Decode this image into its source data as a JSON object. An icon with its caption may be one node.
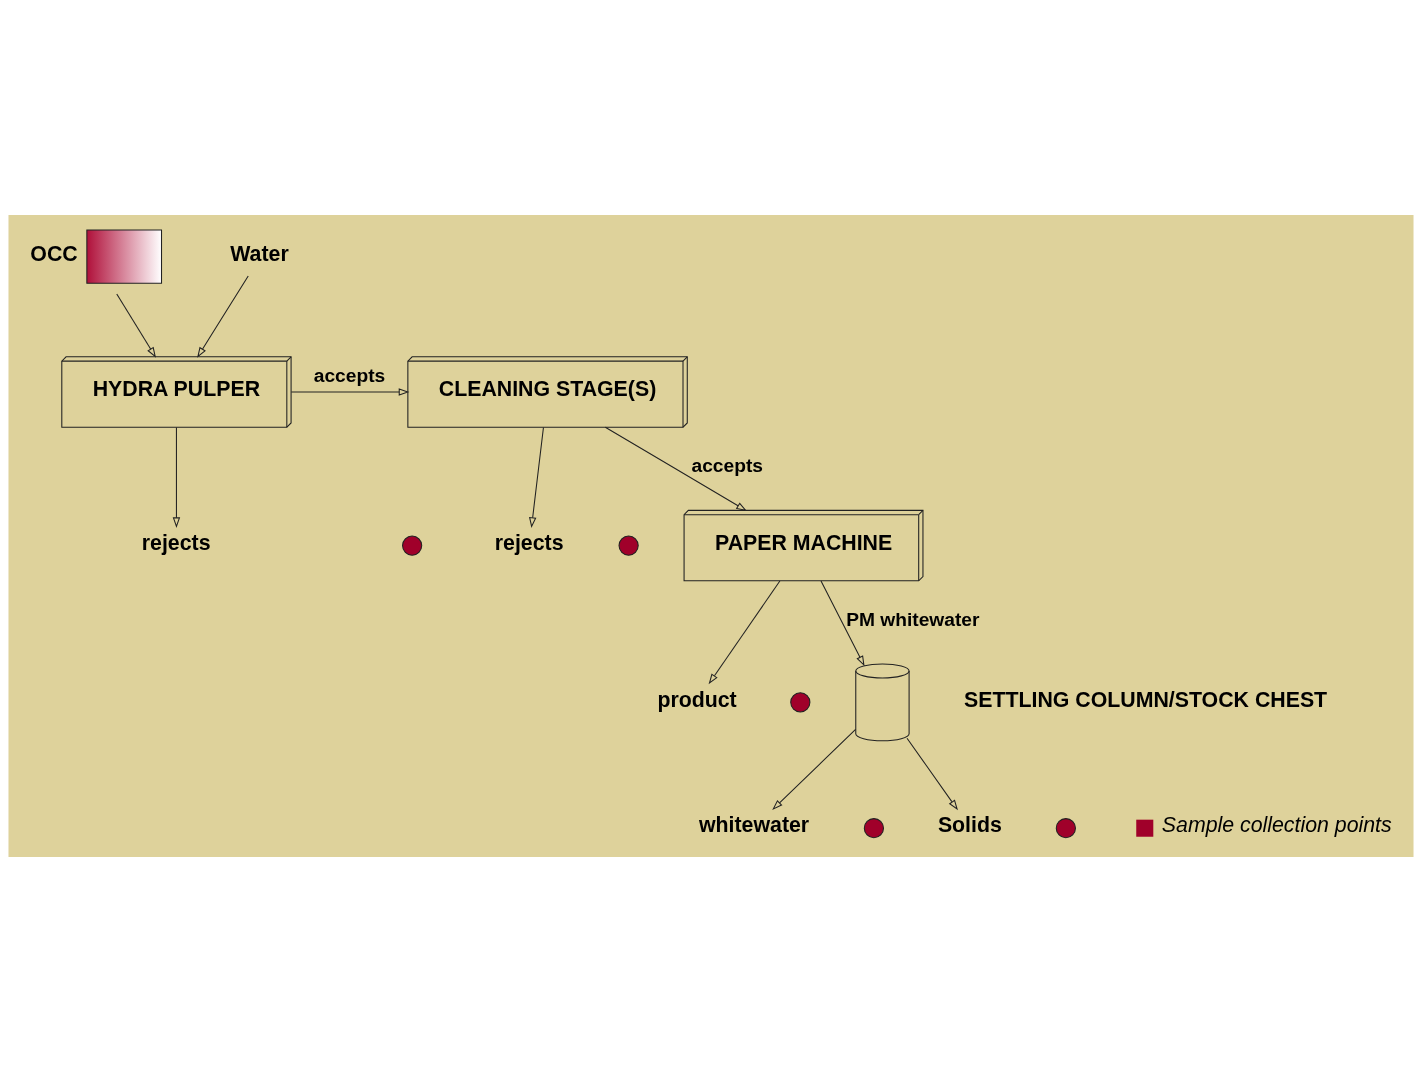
{
  "diagram": {
    "nodes": [
      {
        "text": [
          "OCC"
        ]
      },
      {
        "text": [
          "Water"
        ]
      },
      {
        "text": [
          "HYDRA PULPER"
        ]
      },
      {
        "text": [
          "CLEANING STAGE(S)"
        ]
      },
      {
        "text": [
          "rejects"
        ]
      },
      {
        "text": [
          "rejects"
        ]
      },
      {
        "text": [
          "PAPER MACHINE"
        ]
      },
      {
        "text": [
          "product"
        ]
      },
      {
        "text": [],
        "shape": "cylinder",
        "beside": [
          "SETTLING COLUMN/STOCK CHEST"
        ]
      },
      {
        "text": [
          "whitewater"
        ]
      },
      {
        "text": [
          "Solids"
        ]
      },
      {
        "text": [],
        "shape": "circle"
      },
      {
        "text": [],
        "shape": "circle"
      },
      {
        "text": [],
        "shape": "circle"
      },
      {
        "text": [],
        "shape": "circle"
      },
      {
        "text": [],
        "shape": "circle"
      }
    ],
    "edges": [
      {
        "from": 0,
        "to": 2,
        "arrow": "to"
      },
      {
        "from": 1,
        "to": 2,
        "arrow": "to"
      },
      {
        "from": 2,
        "to": 3,
        "arrow": "to",
        "label": "accepts"
      },
      {
        "from": 2,
        "to": 4,
        "arrow": "to"
      },
      {
        "from": 3,
        "to": 5,
        "arrow": "to"
      },
      {
        "from": 3,
        "to": 6,
        "arrow": "to",
        "label": "accepts"
      },
      {
        "from": 6,
        "to": 7,
        "arrow": "to"
      },
      {
        "from": 6,
        "to": 8,
        "arrow": "to",
        "label": "PM whitewater"
      },
      {
        "from": 8,
        "to": 9,
        "arrow": "to"
      },
      {
        "from": 8,
        "to": 10,
        "arrow": "to"
      }
    ],
    "legend": [
      {
        "text": "Sample collection points",
        "color": "#a0002a"
      }
    ]
  }
}
